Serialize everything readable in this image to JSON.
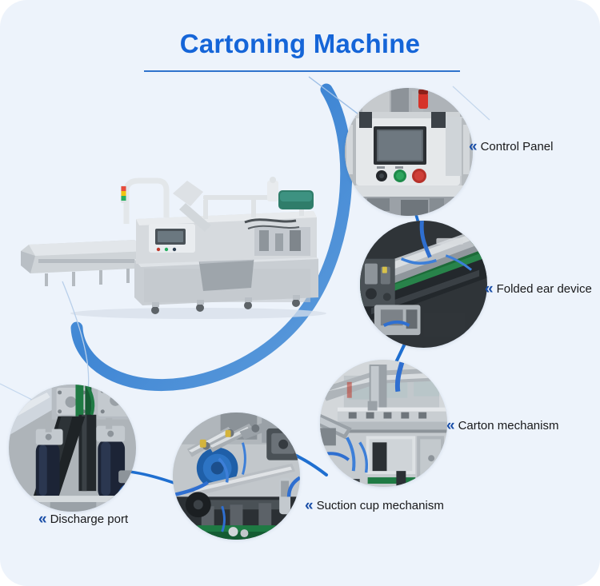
{
  "page": {
    "background_color": "#edf3fb",
    "accent_color": "#1565d8",
    "arc_color": "#4a8fd6",
    "connector_color": "#1f6fd0"
  },
  "header": {
    "title": "Cartoning Machine",
    "rule_color": "#2f73cc"
  },
  "main_photo": {
    "name": "cartoning-machine-full-view",
    "alt": "Stainless steel automatic cartoning machine with infeed conveyor, HMI control panel and overhead frame"
  },
  "chevron_glyph": "«",
  "callouts": [
    {
      "id": "control-panel",
      "label": "Control Panel",
      "photo_alt": "Close-up of HMI touch screen control panel with green start and red stop buttons and a red indicator lamp"
    },
    {
      "id": "folded-ear-device",
      "label": "Folded ear device",
      "photo_alt": "Close-up of folded ear device with green conveyor belts, stainless rails and blue pneumatic tubing"
    },
    {
      "id": "carton-mechanism",
      "label": "Carton mechanism",
      "photo_alt": "Close-up of carton magazine mechanism in brushed stainless steel with blue air tubing"
    },
    {
      "id": "suction-cup-mechanism",
      "label": "Suction cup mechanism",
      "photo_alt": "Close-up of suction cup pick-up arms above a green conveyor belt"
    },
    {
      "id": "discharge-port",
      "label": "Discharge port",
      "photo_alt": "Close-up of discharge port with dark navy rollers and belts on a stainless frame"
    }
  ]
}
